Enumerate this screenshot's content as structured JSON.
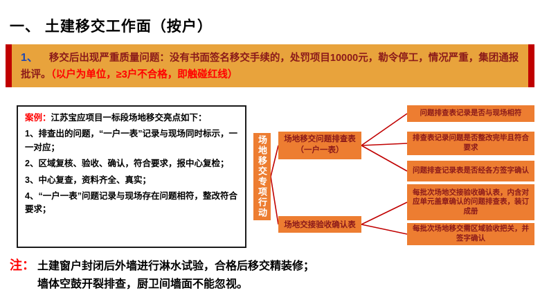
{
  "page": {
    "title": "一、 土建移交工作面（按户）"
  },
  "banner": {
    "number": "1、",
    "text": "移交后出现严重质量问题：没有书面签名移交手续的，处罚项目10000元，勒令停工，情况严重，集团通报批评。",
    "highlight": "（以户为单位，≥3户不合格，即触碰红线）"
  },
  "case_box": {
    "label": "案例：",
    "intro": "江苏宝应项目一标段场地移交亮点如下：",
    "items": [
      "1、排查出的问题，“一户一表”记录与现场同时标示，一一对应；",
      "2、区域复核、验收、确认，符合要求，报中心复检；",
      "3、中心复查，资料齐全、真实；",
      "4、“一户一表”问题记录与现场存在问题相符，整改符合要求；"
    ]
  },
  "flow": {
    "root": "场地移交专项行动",
    "branches": [
      {
        "label": "场地移交问题排查表（一户一表）",
        "children": [
          "问题排查表记录是否与现场相符",
          "排查表记录问题是否整改完毕且符合要求",
          "问题排查记录表是否经各方签字确认"
        ]
      },
      {
        "label": "场地交接验收确认表",
        "children": [
          "每批次场地交接验收确认表，内含对应单元盖章确认的问题排查表，装订成册",
          "每批次场地移交需区域验收把关，并签字确认"
        ]
      }
    ]
  },
  "note": {
    "label": "注：",
    "line1": "土建窗户封闭后外墙进行淋水试验，合格后移交精装修；",
    "line2": "墙体空鼓开裂排查，厨卫间墙面不能忽视。"
  },
  "colors": {
    "banner_bg": "#E8A33C",
    "banner_accent": "#C00000",
    "flow_box_bg": "#ED7D31",
    "connector": "#C00000",
    "highlight_text": "#FF0000",
    "number_text": "#1F49B0",
    "dark_red_text": "#8B1A1A"
  }
}
